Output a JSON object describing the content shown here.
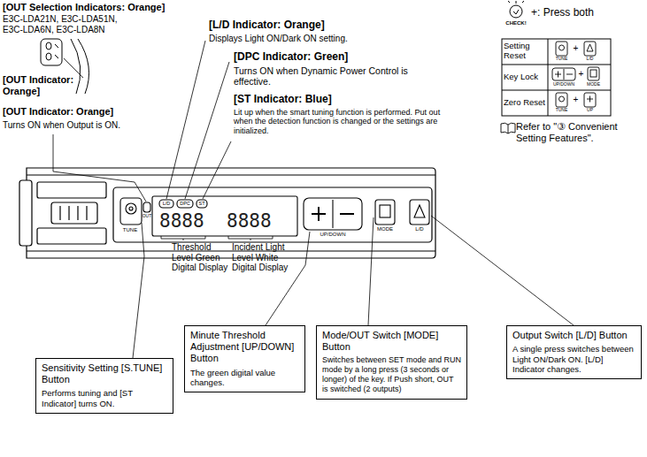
{
  "diagram": {
    "nodes": [
      {
        "text": [
          "Sensitivity Setting [S.TUNE] Button",
          "Performs tuning and [ST Indicator] turns ON."
        ]
      },
      {
        "text": [
          "Minute Threshold Adjustment [UP/DOWN] Button",
          "The green digital value changes."
        ]
      },
      {
        "text": [
          "Mode/OUT Switch [MODE] Button",
          "Switches between SET mode and RUN mode by a long press (3 seconds or longer) of the key. If Push short, OUT is switched (2 outputs)"
        ]
      },
      {
        "text": [
          "Output Switch [L/D] Button",
          "A single press switches between Light ON/Dark ON. [L/D] Indicator changes."
        ]
      }
    ],
    "labels": [
      "[OUT Selection Indicators: Orange]",
      "E3C-LDA21N, E3C-LDA51N, E3C-LDA6N, E3C-LDA8N",
      "[OUT Indicator: Orange]",
      "[OUT Indicator: Orange]",
      "Turns ON when Output is ON.",
      "[L/D Indicator: Orange]",
      "Displays Light ON/Dark ON setting.",
      "[DPC Indicator: Green]",
      "Turns ON when Dynamic Power Control is effective.",
      "[ST Indicator: Blue]",
      "Lit up when the smart tuning function is performed. Put out when the detection function is changed or the settings are initialized.",
      "CHECK!",
      "+: Press both",
      "Setting Reset",
      "Key Lock",
      "Zero Reset",
      "Refer to \"③ Convenient Setting Features\".",
      "Threshold Level Green Digital Display",
      "Incident Light Level White Digital Display",
      "8888",
      "8888",
      "TUNE",
      "OUT",
      "L/D",
      "DPC",
      "ST",
      "UP/DOWN",
      "MODE",
      "L/D",
      "TUNE",
      "+",
      "L/D",
      "UP/DOWN",
      "+",
      "MODE",
      "TUNE",
      "+",
      "UP"
    ]
  }
}
